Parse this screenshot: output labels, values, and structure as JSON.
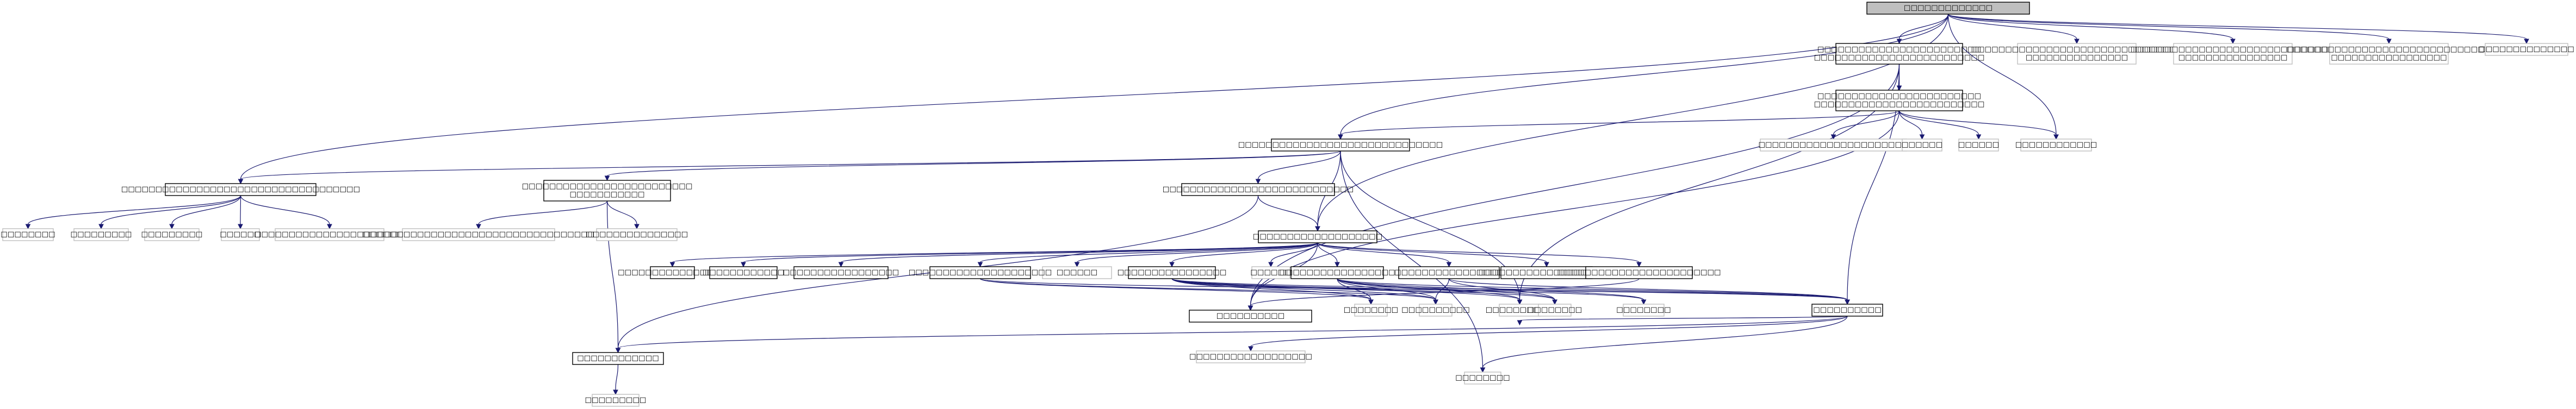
{
  "diagram": {
    "colors": {
      "edge": "#191970",
      "node_border": "#000000",
      "external_border": "#bfbfbf",
      "root_fill": "#bfbfbf",
      "node_fill": "#ffffff"
    },
    "nodes": [
      {
        "id": "root",
        "lines": [
          "☐☐☐☐☐☐☐☐☐☐☐☐☐"
        ],
        "kind": "root"
      },
      {
        "id": "n1",
        "lines": [
          "☐☐☐☐☐☐☐☐☐☐☐☐☐☐☐☐☐☐☐☐☐☐☐☐",
          "☐☐☐☐☐☐☐☐☐☐☐☐☐☐☐☐☐☐☐☐☐☐☐☐☐"
        ],
        "kind": "normal"
      },
      {
        "id": "n2",
        "lines": [
          "☐☐☐☐☐☐☐☐☐☐☐☐☐☐☐☐☐☐☐☐☐☐☐☐☐☐☐☐☐☐☐",
          "☐☐☐☐☐☐☐☐☐☐☐☐☐☐☐"
        ],
        "kind": "external"
      },
      {
        "id": "n3",
        "lines": [
          "☐☐☐☐☐☐☐☐☐☐☐☐☐☐☐☐☐☐☐☐☐☐☐☐☐☐☐☐☐☐",
          "☐☐☐☐☐☐☐☐☐☐☐☐☐☐☐☐"
        ],
        "kind": "external"
      },
      {
        "id": "n4",
        "lines": [
          "☐☐☐☐☐☐☐☐☐☐☐☐☐☐☐☐☐☐☐☐☐☐☐☐☐☐☐☐☐☐",
          "☐☐☐☐☐☐☐☐☐☐☐☐☐☐☐☐☐"
        ],
        "kind": "external"
      },
      {
        "id": "n5",
        "lines": [
          "☐☐☐☐☐☐☐☐☐☐☐☐☐☐"
        ],
        "kind": "external"
      },
      {
        "id": "n6",
        "lines": [
          "☐☐☐☐☐☐☐☐☐☐☐☐☐☐☐☐☐☐☐☐☐☐☐☐",
          "☐☐☐☐☐☐☐☐☐☐☐☐☐☐☐☐☐☐☐☐☐☐☐☐☐"
        ],
        "kind": "normal"
      },
      {
        "id": "n7",
        "lines": [
          "☐☐☐☐☐☐☐☐☐☐☐☐☐☐☐☐☐☐☐☐☐☐☐☐☐☐☐☐☐☐"
        ],
        "kind": "normal"
      },
      {
        "id": "n8",
        "lines": [
          "☐☐☐☐☐☐☐☐☐☐☐☐☐☐☐☐☐☐☐☐☐☐"
        ],
        "kind": "external"
      },
      {
        "id": "n9",
        "lines": [
          "☐☐☐☐☐☐"
        ],
        "kind": "external"
      },
      {
        "id": "n10",
        "lines": [
          "☐☐☐☐☐☐"
        ],
        "kind": "external"
      },
      {
        "id": "n11",
        "lines": [
          "☐☐☐☐☐☐☐☐☐☐☐☐"
        ],
        "kind": "external"
      },
      {
        "id": "n12",
        "lines": [
          "☐☐☐☐☐☐☐☐☐☐☐☐☐☐☐☐☐☐☐☐☐☐☐☐☐☐☐☐☐☐☐☐☐☐☐"
        ],
        "kind": "normal"
      },
      {
        "id": "n13",
        "lines": [
          "☐☐☐☐☐☐☐☐☐☐☐☐☐☐☐☐☐☐☐☐☐☐☐☐☐",
          "☐☐☐☐☐☐☐☐☐☐☐"
        ],
        "kind": "normal"
      },
      {
        "id": "n14",
        "lines": [
          "☐☐☐☐☐☐☐☐☐☐☐☐☐☐☐☐☐☐☐☐☐☐☐☐☐☐☐☐"
        ],
        "kind": "normal"
      },
      {
        "id": "n15",
        "lines": [
          "☐☐☐☐☐☐☐☐"
        ],
        "kind": "external"
      },
      {
        "id": "n16",
        "lines": [
          "☐☐☐☐☐☐☐☐☐"
        ],
        "kind": "external"
      },
      {
        "id": "n17",
        "lines": [
          "☐☐☐☐☐☐☐☐☐"
        ],
        "kind": "external"
      },
      {
        "id": "n18",
        "lines": [
          "☐☐☐☐☐☐"
        ],
        "kind": "external"
      },
      {
        "id": "n19",
        "lines": [
          "☐☐☐☐☐☐☐☐☐☐☐☐☐☐☐☐☐☐☐☐☐☐"
        ],
        "kind": "external"
      },
      {
        "id": "n20",
        "lines": [
          "☐☐☐☐☐☐☐☐☐☐☐☐☐☐☐☐☐☐☐☐☐☐☐☐☐☐☐☐☐☐☐☐☐☐"
        ],
        "kind": "external"
      },
      {
        "id": "n21",
        "lines": [
          "☐☐☐☐☐☐☐☐☐☐☐☐☐☐☐"
        ],
        "kind": "external"
      },
      {
        "id": "n22",
        "lines": [
          "☐☐☐☐☐☐☐☐☐☐☐☐☐☐☐☐☐☐☐"
        ],
        "kind": "normal"
      },
      {
        "id": "n23",
        "lines": [
          "☐☐☐☐☐☐☐☐☐☐☐☐☐☐☐☐"
        ],
        "kind": "normal"
      },
      {
        "id": "n24",
        "lines": [
          "☐☐☐☐☐☐"
        ],
        "kind": "external"
      },
      {
        "id": "n25",
        "lines": [
          "☐☐☐☐☐☐☐☐☐☐☐☐"
        ],
        "kind": "normal"
      },
      {
        "id": "n26",
        "lines": [
          "☐☐☐☐☐☐☐☐☐☐☐☐☐☐☐☐☐"
        ],
        "kind": "normal"
      },
      {
        "id": "n27",
        "lines": [
          "☐☐☐☐☐☐"
        ],
        "kind": "external"
      },
      {
        "id": "n28",
        "lines": [
          "☐☐☐☐☐☐☐☐☐☐☐☐☐☐☐☐☐☐☐☐☐"
        ],
        "kind": "normal"
      },
      {
        "id": "n29",
        "lines": [
          "☐☐☐☐☐☐☐☐☐☐☐☐"
        ],
        "kind": "normal"
      },
      {
        "id": "n30",
        "lines": [
          "☐☐☐☐☐☐☐☐☐☐☐☐☐☐☐☐"
        ],
        "kind": "normal"
      },
      {
        "id": "n31",
        "lines": [
          "☐☐☐☐☐☐☐☐☐☐☐☐☐☐☐☐☐"
        ],
        "kind": "normal"
      },
      {
        "id": "n32",
        "lines": [
          "☐☐☐☐☐☐☐☐☐☐☐☐☐☐☐☐"
        ],
        "kind": "normal"
      },
      {
        "id": "n33",
        "lines": [
          "☐☐☐☐☐☐☐☐☐☐☐☐☐☐☐☐☐☐☐☐"
        ],
        "kind": "normal"
      },
      {
        "id": "n34",
        "lines": [
          "☐☐☐☐☐☐☐☐☐☐☐☐☐☐☐☐☐☐☐☐☐☐☐☐"
        ],
        "kind": "normal"
      },
      {
        "id": "n35",
        "lines": [
          "☐☐☐☐☐☐☐☐"
        ],
        "kind": "external"
      },
      {
        "id": "n36",
        "lines": [
          "☐☐☐☐☐☐☐☐☐☐"
        ],
        "kind": "external"
      },
      {
        "id": "n37",
        "lines": [
          "☐☐☐☐☐☐☐☐☐☐"
        ],
        "kind": "external"
      },
      {
        "id": "n38",
        "lines": [
          "☐☐☐☐☐☐☐☐"
        ],
        "kind": "external"
      },
      {
        "id": "n39",
        "lines": [
          "☐☐☐☐☐☐☐☐"
        ],
        "kind": "external"
      },
      {
        "id": "n40",
        "lines": [
          "☐☐☐☐☐☐☐☐☐☐"
        ],
        "kind": "normal"
      },
      {
        "id": "n41",
        "lines": [
          "☐☐☐☐☐☐☐☐☐☐☐☐☐☐☐☐☐☐"
        ],
        "kind": "external"
      },
      {
        "id": "n42",
        "lines": [
          "☐☐☐☐☐☐☐☐☐"
        ],
        "kind": "external"
      },
      {
        "id": "n43",
        "lines": [
          "☐☐☐☐☐☐☐☐☐☐"
        ],
        "kind": "normal"
      },
      {
        "id": "n44",
        "lines": [
          "☐☐☐☐☐☐☐☐"
        ],
        "kind": "external"
      }
    ],
    "edges": [
      [
        "root",
        "n1"
      ],
      [
        "root",
        "n2"
      ],
      [
        "root",
        "n3"
      ],
      [
        "root",
        "n4"
      ],
      [
        "root",
        "n5"
      ],
      [
        "root",
        "n12"
      ],
      [
        "root",
        "n22"
      ],
      [
        "root",
        "n7"
      ],
      [
        "root",
        "n11"
      ],
      [
        "n1",
        "n6"
      ],
      [
        "n1",
        "n43"
      ],
      [
        "n1",
        "n40"
      ],
      [
        "n1",
        "n37"
      ],
      [
        "n6",
        "n7"
      ],
      [
        "n6",
        "n8"
      ],
      [
        "n6",
        "n9"
      ],
      [
        "n6",
        "n10"
      ],
      [
        "n6",
        "n11"
      ],
      [
        "n6",
        "n43"
      ],
      [
        "n7",
        "n12"
      ],
      [
        "n7",
        "n13"
      ],
      [
        "n7",
        "n14"
      ],
      [
        "n7",
        "n22"
      ],
      [
        "n7",
        "n44"
      ],
      [
        "n7",
        "n37"
      ],
      [
        "n12",
        "n15"
      ],
      [
        "n12",
        "n16"
      ],
      [
        "n12",
        "n17"
      ],
      [
        "n12",
        "n18"
      ],
      [
        "n12",
        "n19"
      ],
      [
        "n13",
        "n20"
      ],
      [
        "n13",
        "n21"
      ],
      [
        "n13",
        "n29"
      ],
      [
        "n14",
        "n22"
      ],
      [
        "n14",
        "n29"
      ],
      [
        "n22",
        "n23"
      ],
      [
        "n22",
        "n24"
      ],
      [
        "n22",
        "n25"
      ],
      [
        "n22",
        "n26"
      ],
      [
        "n22",
        "n27"
      ],
      [
        "n22",
        "n28"
      ],
      [
        "n22",
        "n30"
      ],
      [
        "n22",
        "n31"
      ],
      [
        "n22",
        "n32"
      ],
      [
        "n22",
        "n33"
      ],
      [
        "n22",
        "n34"
      ],
      [
        "n22",
        "n43"
      ],
      [
        "n28",
        "n40"
      ],
      [
        "n28",
        "n35"
      ],
      [
        "n28",
        "n36"
      ],
      [
        "n30",
        "n40"
      ],
      [
        "n30",
        "n35"
      ],
      [
        "n30",
        "n36"
      ],
      [
        "n30",
        "n38"
      ],
      [
        "n30",
        "n37"
      ],
      [
        "n30",
        "n39"
      ],
      [
        "n31",
        "n40"
      ],
      [
        "n31",
        "n35"
      ],
      [
        "n31",
        "n36"
      ],
      [
        "n31",
        "n38"
      ],
      [
        "n31",
        "n39"
      ],
      [
        "n31",
        "n37"
      ],
      [
        "n32",
        "n40"
      ],
      [
        "n32",
        "n36"
      ],
      [
        "n32",
        "n38"
      ],
      [
        "n34",
        "n43"
      ],
      [
        "n40",
        "n41"
      ],
      [
        "n40",
        "n29"
      ],
      [
        "n40",
        "n37"
      ],
      [
        "n40",
        "n44"
      ],
      [
        "n29",
        "n42"
      ]
    ]
  }
}
